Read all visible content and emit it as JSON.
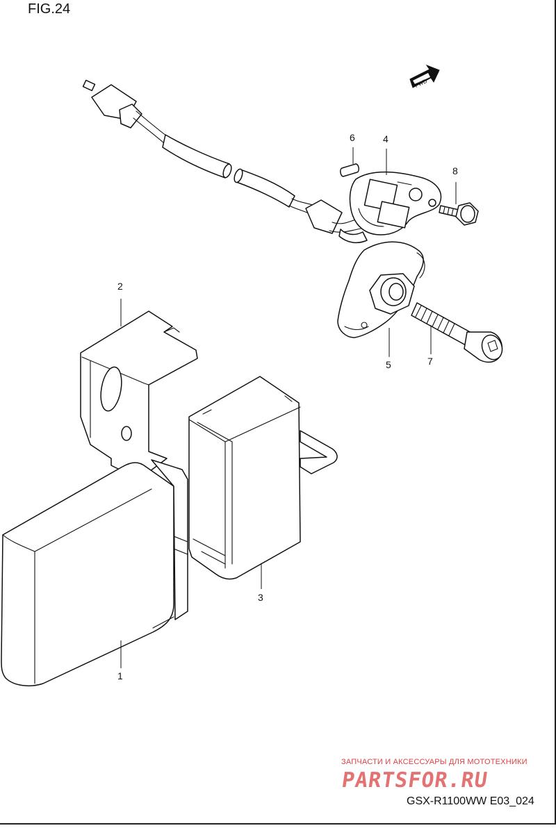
{
  "figure": {
    "title": "FIG.24",
    "model_code": "GSX-R1100WW  E03_024"
  },
  "direction_badge": "FWD",
  "callouts": [
    {
      "number": "1"
    },
    {
      "number": "2"
    },
    {
      "number": "3"
    },
    {
      "number": "4"
    },
    {
      "number": "5"
    },
    {
      "number": "6"
    },
    {
      "number": "7"
    },
    {
      "number": "8"
    }
  ],
  "watermark": {
    "tagline": "ЗАПЧАСТИ И АКСЕССУАРЫ ДЛЯ МОТОТЕХНИКИ",
    "logo": "PARTSFOR.RU",
    "color": "#e57272"
  }
}
